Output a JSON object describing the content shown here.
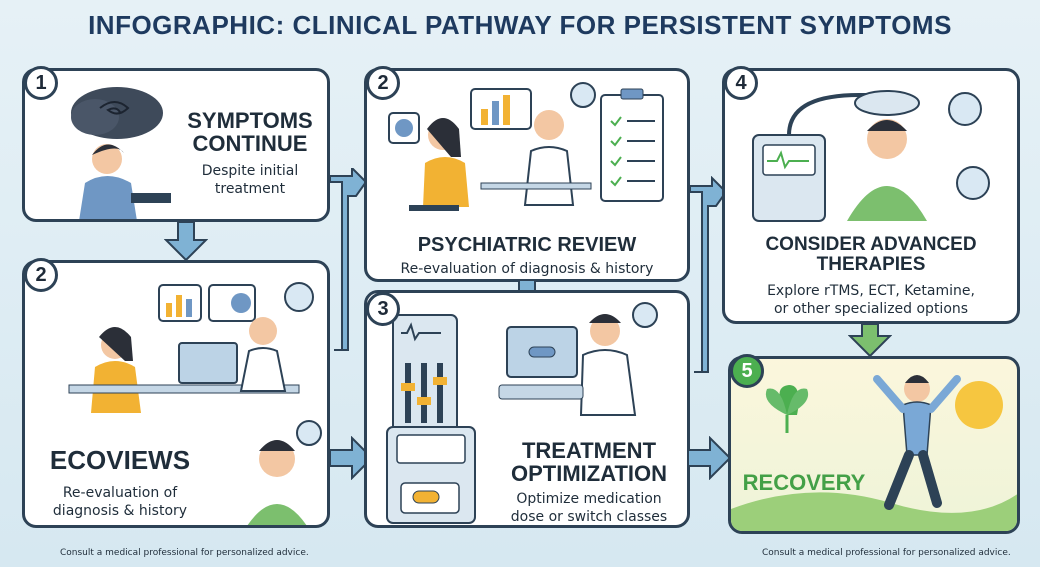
{
  "title": "INFOGRAPHIC: CLINICAL PATHWAY FOR PERSISTENT SYMPTOMS",
  "steps": [
    {
      "number": "1",
      "heading_line1": "SYMPTOMS",
      "heading_line2": "CONTINUE",
      "subtitle_line1": "Despite initial",
      "subtitle_line2": "treatment"
    },
    {
      "number": "2",
      "heading": "ECOVIEWS",
      "subtitle_line1": "Re-evaluation of",
      "subtitle_line2": "diagnosis & history"
    },
    {
      "number": "2",
      "heading": "PSYCHIATRIC REVIEW",
      "subtitle": "Re-evaluation of diagnosis & history"
    },
    {
      "number": "3",
      "heading_line1": "TREATMENT",
      "heading_line2": "OPTIMIZATION",
      "subtitle_line1": "Optimize medication",
      "subtitle_line2": "dose or switch classes"
    },
    {
      "number": "4",
      "heading_line1": "CONSIDER ADVANCED",
      "heading_line2": "THERAPIES",
      "subtitle_line1": "Explore rTMS, ECT, Ketamine,",
      "subtitle_line2": "or other specialized options"
    },
    {
      "number": "5",
      "heading": "RECOVERY"
    }
  ],
  "footer_left": "Consult a medical professional for personalized advice.",
  "footer_right": "Consult a medical professional for personalized advice.",
  "colors": {
    "frame": "#2d4256",
    "arrow": "#7fb2d4",
    "green": "#4caf50",
    "accent": "#f2b233"
  }
}
